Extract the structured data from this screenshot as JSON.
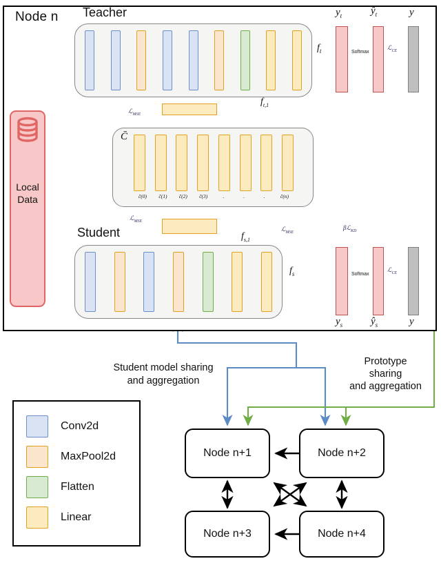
{
  "node": {
    "title": "Node n"
  },
  "local_data": {
    "label": "Local\nData",
    "line1": "Local",
    "line2": "Data",
    "icon": "database-icon"
  },
  "teacher": {
    "title": "Teacher",
    "layers": [
      {
        "type": "conv",
        "name": "Conv2d"
      },
      {
        "type": "conv",
        "name": "Conv2d"
      },
      {
        "type": "maxpool",
        "name": "MaxPool2d"
      },
      {
        "type": "conv",
        "name": "Conv2d"
      },
      {
        "type": "conv",
        "name": "Conv2d"
      },
      {
        "type": "maxpool",
        "name": "MaxPool2d"
      },
      {
        "type": "flatten",
        "name": "Flatten"
      },
      {
        "type": "linear",
        "name": "Linear"
      },
      {
        "type": "linear",
        "name": "Linear"
      }
    ],
    "feature_out": "f",
    "feature_out_sub": "t",
    "feature_tap": "f",
    "feature_tap_sub": "t,1",
    "logits": "y",
    "logits_sub": "t",
    "probs": "ŷ",
    "probs_sub": "t",
    "ground_truth": "y",
    "softmax": "Softmax",
    "loss_ce": "ℒ",
    "loss_ce_sub": "CE"
  },
  "student": {
    "title": "Student",
    "layers": [
      {
        "type": "conv",
        "name": "Conv2d"
      },
      {
        "type": "maxpool",
        "name": "MaxPool2d"
      },
      {
        "type": "conv",
        "name": "Conv2d"
      },
      {
        "type": "maxpool",
        "name": "MaxPool2d"
      },
      {
        "type": "flatten",
        "name": "Flatten"
      },
      {
        "type": "linear",
        "name": "Linear"
      },
      {
        "type": "linear",
        "name": "Linear"
      }
    ],
    "feature_out": "f",
    "feature_out_sub": "s",
    "feature_tap": "f",
    "feature_tap_sub": "s,1",
    "logits": "y",
    "logits_sub": "s",
    "probs": "ŷ",
    "probs_sub": "s",
    "ground_truth": "y",
    "softmax": "Softmax",
    "loss_ce": "ℒ",
    "loss_ce_sub": "CE"
  },
  "prototype": {
    "label": "C̄",
    "bars": 8,
    "ticks": [
      "c̄(0)",
      "c̄(1)",
      "c̄(2)",
      "c̄(3)",
      ".",
      ".",
      ".",
      "c̄(n)"
    ]
  },
  "losses": {
    "mse_top": "ℒ",
    "mse_top_sub": "MSE",
    "mse_mid": "ℒ",
    "mse_mid_sub": "MSE",
    "mse_right": "ℒ",
    "mse_right_sub": "MSE",
    "kd": "βℒ",
    "kd_sub": "KD"
  },
  "legend": {
    "items": [
      {
        "label": "Conv2d",
        "type": "conv",
        "fill": "#dae3f3",
        "stroke": "#6b8fc9"
      },
      {
        "label": "MaxPool2d",
        "type": "maxpool",
        "fill": "#fce5cd",
        "stroke": "#e0a020"
      },
      {
        "label": "Flatten",
        "type": "flatten",
        "fill": "#d9ead3",
        "stroke": "#70ad47"
      },
      {
        "label": "Linear",
        "type": "linear",
        "fill": "#fdebc0",
        "stroke": "#e0a020"
      }
    ]
  },
  "captions": {
    "student_sharing_line1": "Student model sharing",
    "student_sharing_line2": "and aggregation",
    "proto_sharing_line1": "Prototype",
    "proto_sharing_line2": "sharing",
    "proto_sharing_line3": "and aggregation"
  },
  "nodes": [
    {
      "label": "Node n+1"
    },
    {
      "label": "Node n+2"
    },
    {
      "label": "Node n+3"
    },
    {
      "label": "Node n+4"
    }
  ],
  "colors": {
    "student_flow": "#5b8ac5",
    "prototype_flow": "#70ad47",
    "data_box": "#f8c8c8",
    "data_border": "#e06666",
    "output_bar": "#f8c8c8",
    "output_border": "#c0504d",
    "ground_truth_bar": "#bfbfbf"
  }
}
